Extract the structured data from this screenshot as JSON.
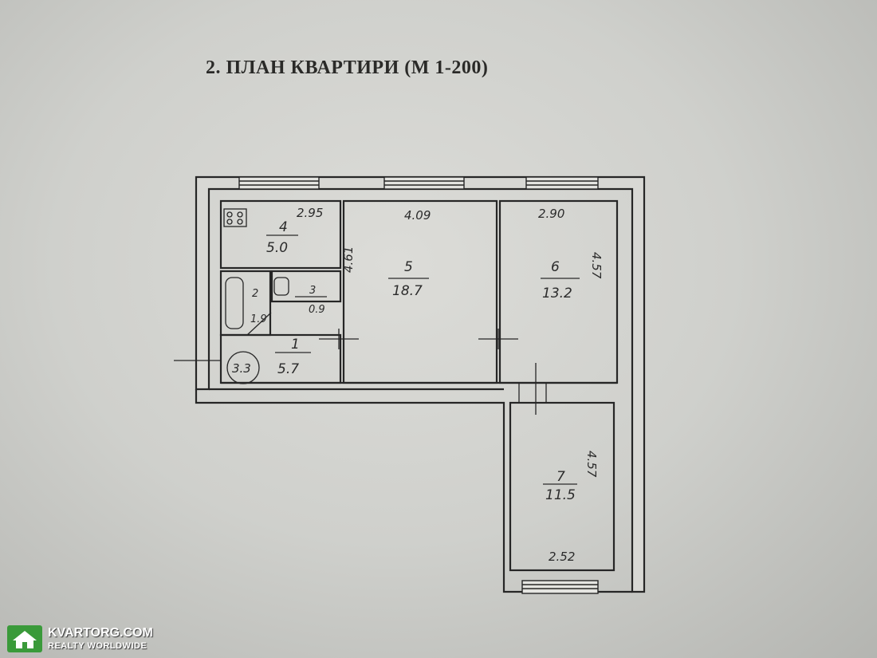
{
  "title": "2. ПЛАН КВАРТИРИ (М 1-200)",
  "rooms": [
    {
      "number": "1",
      "area": "5.7"
    },
    {
      "number": "2",
      "area": "1.9"
    },
    {
      "number": "3",
      "area": "0.9"
    },
    {
      "number": "4",
      "area": "5.0"
    },
    {
      "number": "5",
      "area": "18.7"
    },
    {
      "number": "6",
      "area": "13.2"
    },
    {
      "number": "7",
      "area": "11.5"
    }
  ],
  "dimensions": {
    "kitchen_width": "2.95",
    "room5_width": "4.09",
    "room6_width": "2.90",
    "room5_height": "4.61",
    "room6_height": "4.57",
    "room7_height": "4.57",
    "room7_width": "2.52"
  },
  "circle_mark": "3.3",
  "colors": {
    "paper": "#d6d7d3",
    "ink": "#2b2b2b"
  },
  "watermark": {
    "name": "KVARTORG.COM",
    "tagline": "REALTY WORLDWIDE"
  }
}
